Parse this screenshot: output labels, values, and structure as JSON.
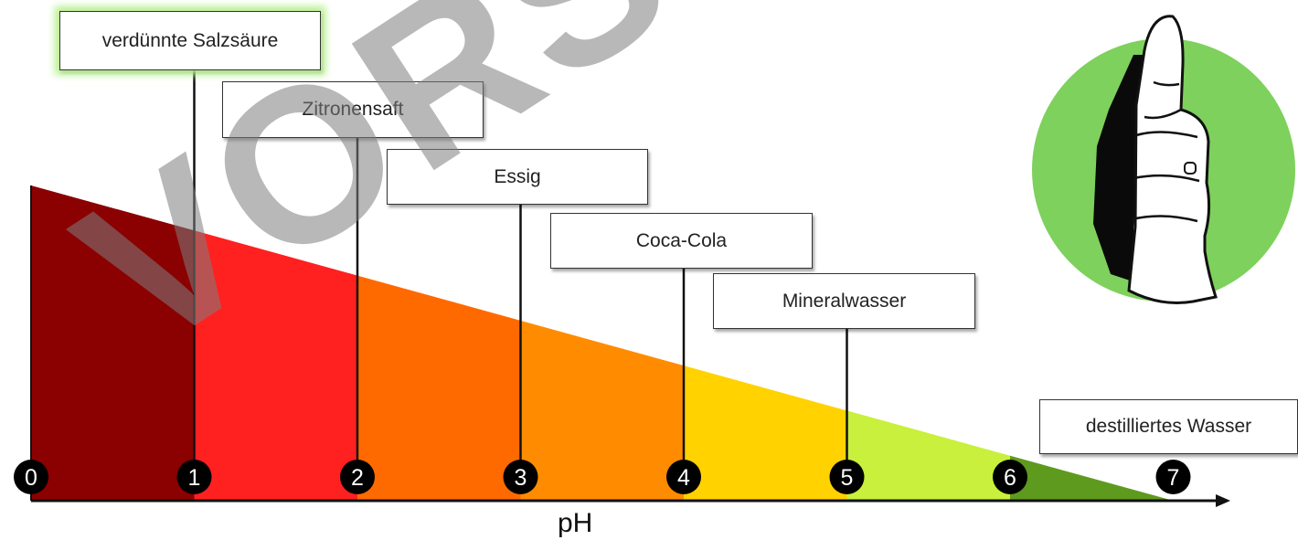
{
  "axis": {
    "label": "pH",
    "ticks": [
      "0",
      "1",
      "2",
      "3",
      "4",
      "5",
      "6",
      "7"
    ]
  },
  "colors": {
    "segments": [
      "#8b0000",
      "#ff2020",
      "#ff6a00",
      "#ff8c00",
      "#ffd200",
      "#c8f03c",
      "#5e9a1e"
    ],
    "marker": "#000000",
    "thumb_circle": "#7ed15c",
    "highlight_glow": "#b7ef8e"
  },
  "substances": [
    {
      "name": "verdünnte Salzsäure",
      "ph": 1,
      "highlighted": true
    },
    {
      "name": "Zitronensaft",
      "ph": 2,
      "highlighted": false
    },
    {
      "name": "Essig",
      "ph": 3,
      "highlighted": false
    },
    {
      "name": "Coca-Cola",
      "ph": 4,
      "highlighted": false
    },
    {
      "name": "Mineralwasser",
      "ph": 5,
      "highlighted": false
    },
    {
      "name": "destilliertes Wasser",
      "ph": 7,
      "highlighted": false
    }
  ],
  "icon": "thumbs-up-icon",
  "watermark": "VORSCHAU"
}
